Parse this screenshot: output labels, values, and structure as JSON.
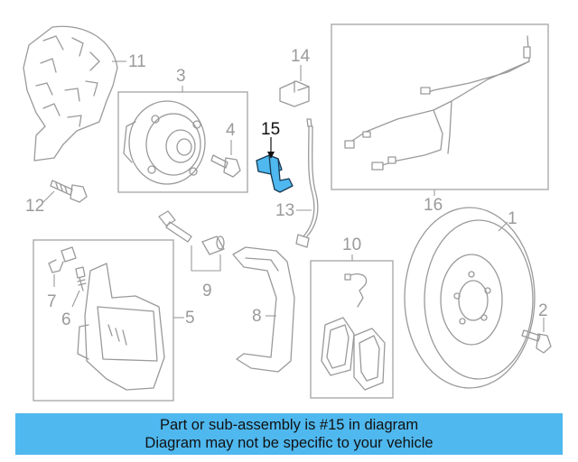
{
  "diagram": {
    "callouts": [
      {
        "id": "1",
        "text": "1"
      },
      {
        "id": "2",
        "text": "2"
      },
      {
        "id": "3",
        "text": "3"
      },
      {
        "id": "4",
        "text": "4"
      },
      {
        "id": "5",
        "text": "5"
      },
      {
        "id": "6",
        "text": "6"
      },
      {
        "id": "7",
        "text": "7"
      },
      {
        "id": "8",
        "text": "8"
      },
      {
        "id": "9",
        "text": "9"
      },
      {
        "id": "10",
        "text": "10"
      },
      {
        "id": "11",
        "text": "11"
      },
      {
        "id": "12",
        "text": "12"
      },
      {
        "id": "13",
        "text": "13"
      },
      {
        "id": "14",
        "text": "14"
      },
      {
        "id": "15",
        "text": "15"
      },
      {
        "id": "16",
        "text": "16"
      }
    ],
    "highlighted_part": "15",
    "highlight_color": "#4fb8ef",
    "line_color": "#9a9a9a"
  },
  "banner": {
    "line1": "Part or sub-assembly is #15 in diagram",
    "line2": "Diagram may not be specific to your vehicle",
    "background": "#4fb8ef"
  }
}
